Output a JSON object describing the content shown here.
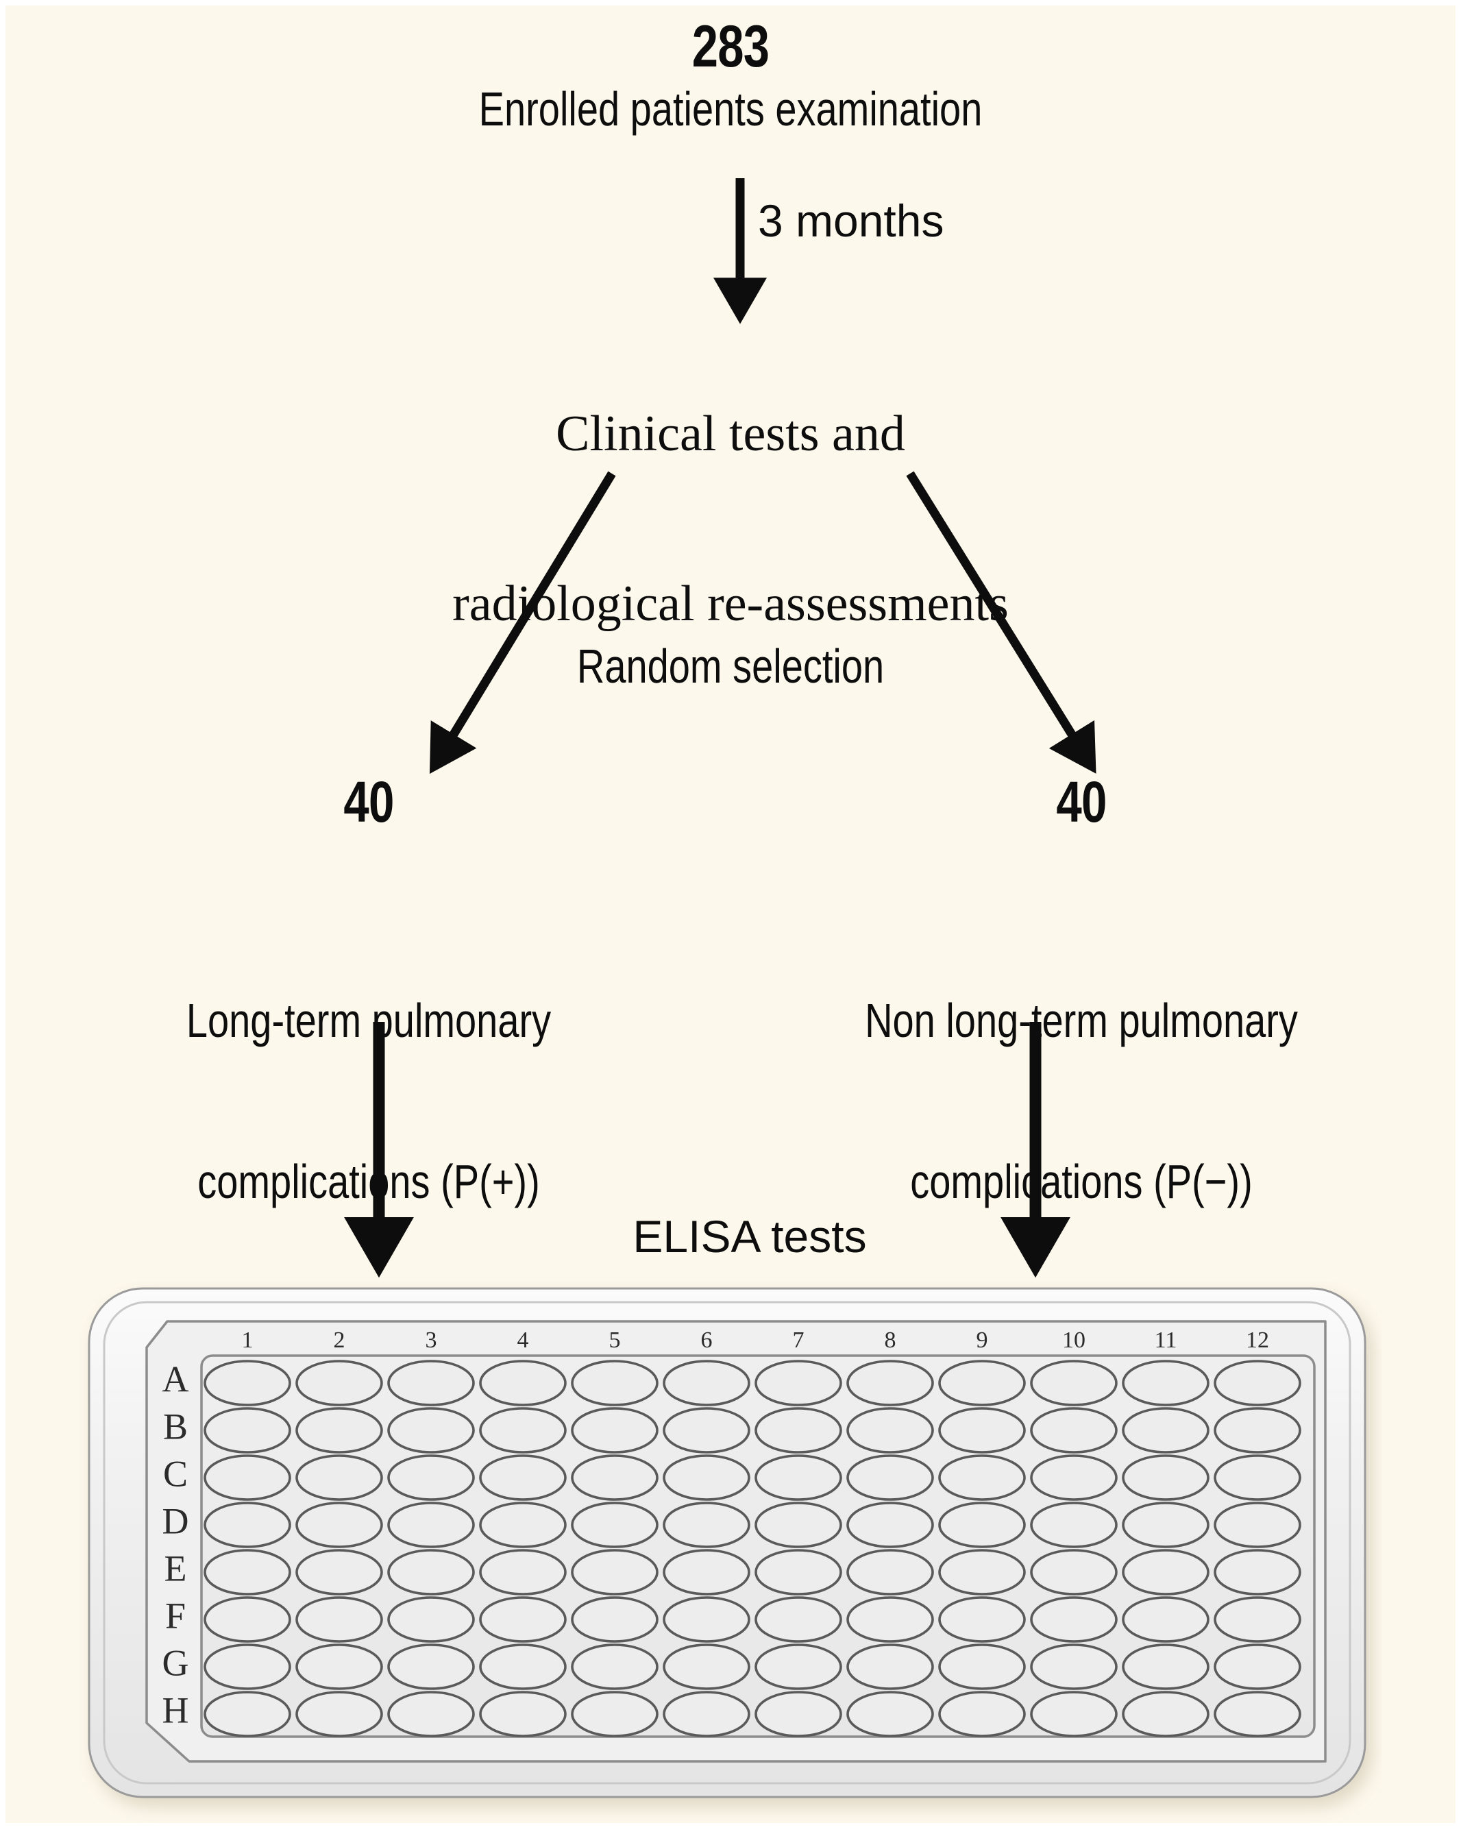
{
  "figure": {
    "type": "flowchart",
    "background_color": "#FDF8EC",
    "text_color": "#0D0D0D"
  },
  "flow": {
    "top": {
      "count": "283",
      "label": "Enrolled patients examination"
    },
    "edge_time": {
      "label": "3 months"
    },
    "step2": {
      "line1": "Clinical tests and",
      "line2": "radiological re-assessments"
    },
    "edge_split": {
      "label": "Random selection"
    },
    "branch_left": {
      "count": "40",
      "line1": "Long-term pulmonary",
      "line2": "complications (P(+))"
    },
    "branch_right": {
      "count": "40",
      "line1": "Non long-term pulmonary",
      "line2": "complications (P(−))"
    },
    "assay": {
      "label": "ELISA tests"
    }
  },
  "microplate": {
    "name": "96-well-elisa-plate",
    "rows": [
      "A",
      "B",
      "C",
      "D",
      "E",
      "F",
      "G",
      "H"
    ],
    "columns": [
      "1",
      "2",
      "3",
      "4",
      "5",
      "6",
      "7",
      "8",
      "9",
      "10",
      "11",
      "12"
    ],
    "well_count": 96,
    "well_state": "empty",
    "body_color": "#ECECEC",
    "well_border_color": "#5A5A5A",
    "frame_color": "#F2F2F2"
  }
}
